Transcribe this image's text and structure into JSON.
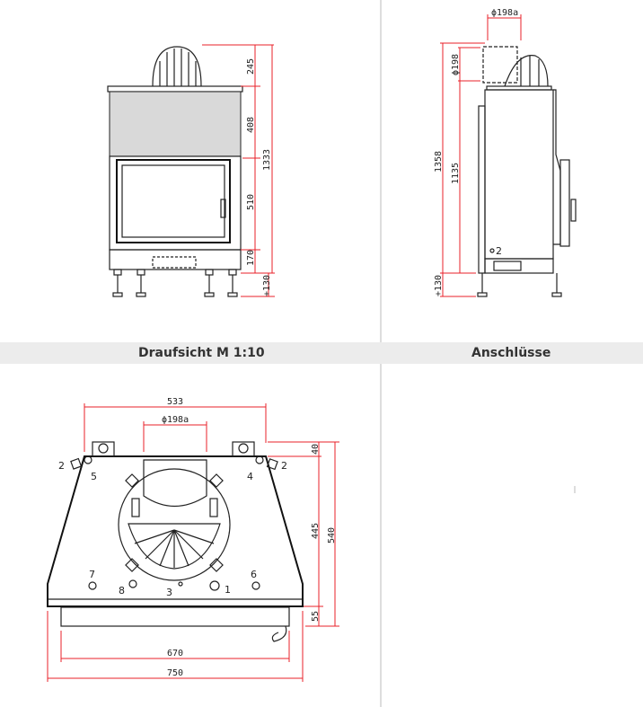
{
  "sections": {
    "top_view_title": "Draufsicht M 1:10",
    "connections_title": "Anschlüsse"
  },
  "front_view": {
    "dims": {
      "top_flue": "245",
      "upper_panel": "408",
      "door": "510",
      "base": "170",
      "total": "1333",
      "legs": "+130"
    }
  },
  "side_view": {
    "dims": {
      "flue_width": "ϕ198a",
      "flue_diameter": "ϕ198",
      "height_to_flue": "1135",
      "total": "1358",
      "legs": "+130"
    },
    "marker": "2"
  },
  "top_view": {
    "dims": {
      "width_top": "533",
      "flue": "ϕ198a",
      "offset": "40",
      "depth_main": "445",
      "depth_total": "540",
      "bottom_strip": "55",
      "width_inner": "670",
      "width_total": "750"
    },
    "labels": [
      "1",
      "2",
      "2",
      "3",
      "4",
      "5",
      "6",
      "7",
      "8"
    ]
  },
  "colors": {
    "dimension": "#e8202a",
    "band": "#ececec"
  }
}
